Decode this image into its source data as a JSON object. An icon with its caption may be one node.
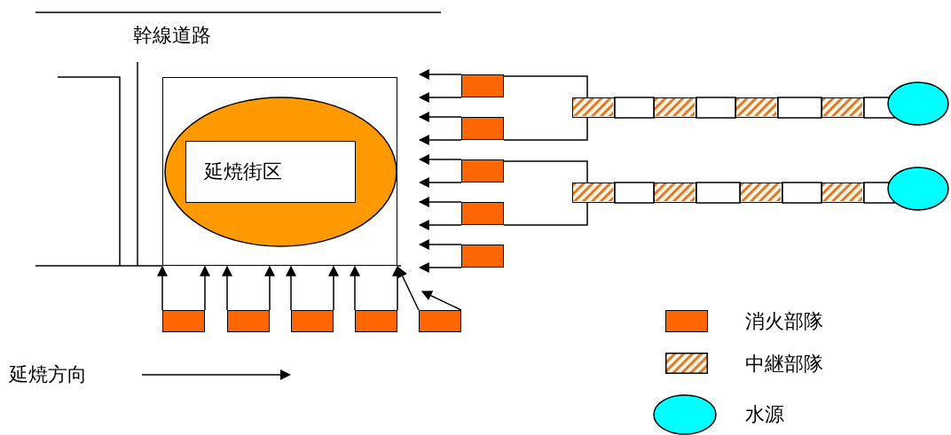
{
  "diagram": {
    "nodes": [
      {
        "text": [],
        "shape": "box"
      },
      {
        "text": [],
        "shape": "ellipse",
        "in": 0
      },
      {
        "text": [
          "延焼街区"
        ],
        "in": 1
      },
      {
        "text": [],
        "shape": "box"
      },
      {
        "text": [],
        "shape": "box"
      },
      {
        "text": [],
        "shape": "box"
      },
      {
        "text": [],
        "shape": "box"
      },
      {
        "text": [],
        "shape": "box"
      },
      {
        "text": [],
        "shape": "box"
      },
      {
        "text": [],
        "shape": "box"
      },
      {
        "text": [],
        "shape": "box"
      },
      {
        "text": [],
        "shape": "box"
      },
      {
        "text": [],
        "shape": "box"
      },
      {
        "text": [],
        "shape": "box"
      },
      {
        "text": [],
        "shape": "box"
      },
      {
        "text": [],
        "shape": "box"
      },
      {
        "text": [],
        "shape": "box"
      },
      {
        "text": [],
        "shape": "box"
      },
      {
        "text": [],
        "shape": "box"
      },
      {
        "text": [],
        "shape": "box"
      },
      {
        "text": [],
        "shape": "box"
      },
      {
        "text": [],
        "shape": "ellipse"
      },
      {
        "text": [],
        "shape": "ellipse"
      }
    ],
    "edges": [
      {
        "from": 3,
        "to": 0,
        "arrow": "to"
      },
      {
        "from": 3,
        "to": 0,
        "arrow": "to"
      },
      {
        "from": 4,
        "to": 0,
        "arrow": "to"
      },
      {
        "from": 4,
        "to": 0,
        "arrow": "to"
      },
      {
        "from": 5,
        "to": 0,
        "arrow": "to"
      },
      {
        "from": 5,
        "to": 0,
        "arrow": "to"
      },
      {
        "from": 6,
        "to": 0,
        "arrow": "to"
      },
      {
        "from": 6,
        "to": 0,
        "arrow": "to"
      },
      {
        "from": 7,
        "to": 0,
        "arrow": "to"
      },
      {
        "from": 7,
        "to": 0,
        "arrow": "to"
      },
      {
        "from": 8,
        "to": 0,
        "arrow": "to"
      },
      {
        "from": 8,
        "to": 0,
        "arrow": "to"
      },
      {
        "from": 9,
        "to": 0,
        "arrow": "to"
      },
      {
        "from": 9,
        "to": 0,
        "arrow": "to"
      },
      {
        "from": 10,
        "to": 0,
        "arrow": "to"
      },
      {
        "from": 10,
        "to": 0,
        "arrow": "to"
      },
      {
        "from": 11,
        "to": 0,
        "arrow": "to"
      },
      {
        "from": 11,
        "to": 0,
        "arrow": "to"
      },
      {
        "from": 12,
        "to": 0,
        "arrow": "to"
      },
      {
        "from": 12,
        "to": null,
        "arrow": "to"
      },
      {
        "from": 13,
        "to": 3,
        "arrow": "none"
      },
      {
        "from": 13,
        "to": 4,
        "arrow": "none"
      },
      {
        "from": 17,
        "to": 5,
        "arrow": "none"
      },
      {
        "from": 17,
        "to": 6,
        "arrow": "none"
      },
      {
        "from": 14,
        "to": 13,
        "arrow": "none"
      },
      {
        "from": 15,
        "to": 14,
        "arrow": "none"
      },
      {
        "from": 16,
        "to": 15,
        "arrow": "none"
      },
      {
        "from": 21,
        "to": 16,
        "arrow": "none"
      },
      {
        "from": 18,
        "to": 17,
        "arrow": "none"
      },
      {
        "from": 19,
        "to": 18,
        "arrow": "none"
      },
      {
        "from": 20,
        "to": 19,
        "arrow": "none"
      },
      {
        "from": 22,
        "to": 20,
        "arrow": "none"
      }
    ],
    "labels": [
      "幹線道路",
      "延焼方向"
    ],
    "legend": [
      {
        "text": "消火部隊",
        "color": "#ff6600"
      },
      {
        "text": "中継部隊"
      },
      {
        "text": "水源"
      }
    ]
  }
}
